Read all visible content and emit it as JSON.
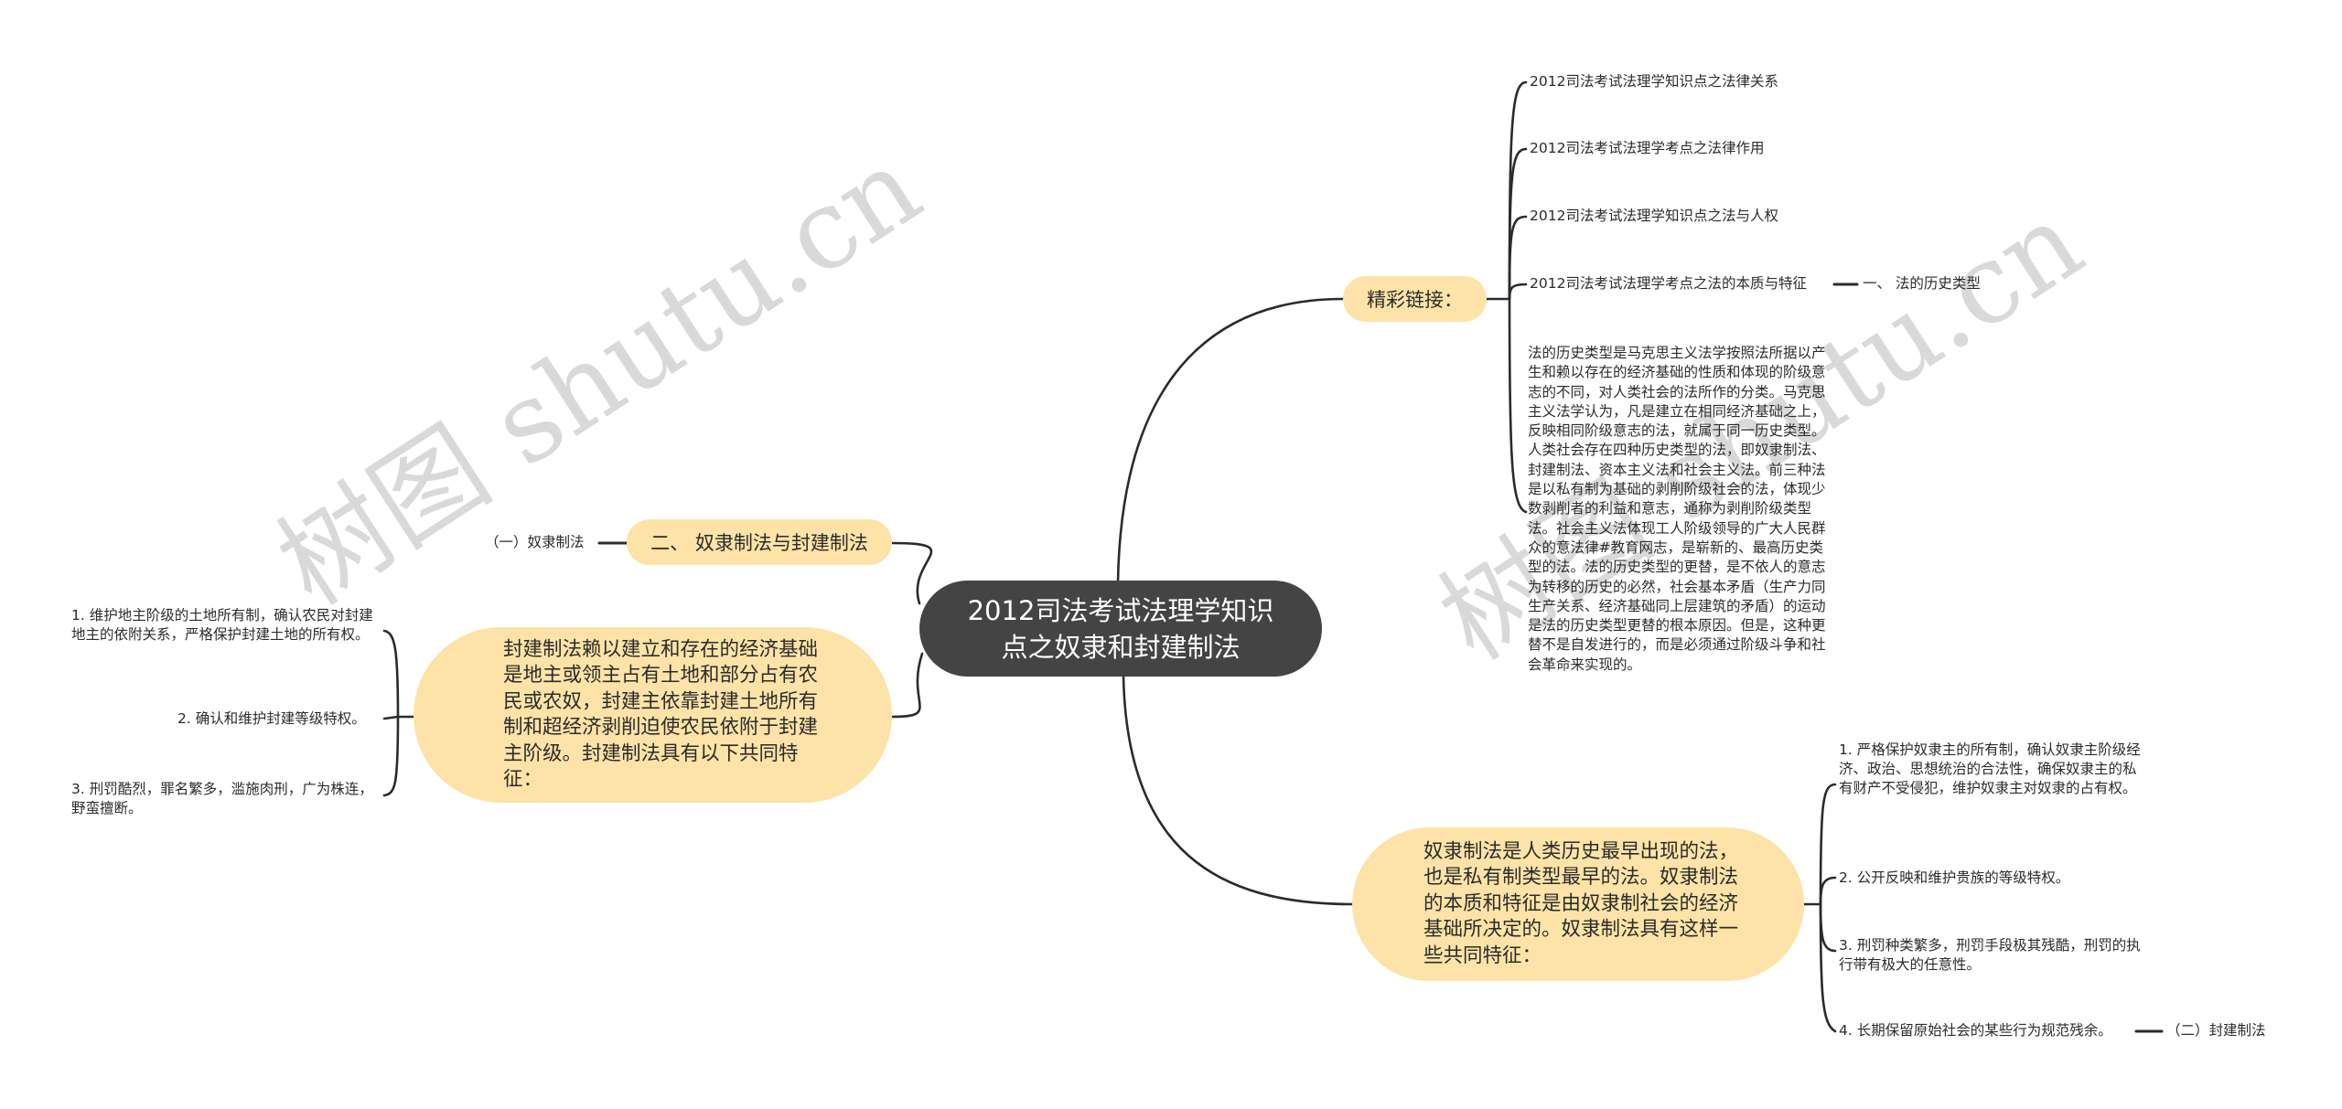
{
  "root": {
    "title_line1": "2012司法考试法理学知识",
    "title_line2": "点之奴隶和封建制法"
  },
  "branches": {
    "links": {
      "label": "精彩链接：",
      "items": [
        "2012司法考试法理学知识点之法律关系",
        "2012司法考试法理学考点之法律作用",
        "2012司法考试法理学知识点之法与人权",
        "2012司法考试法理学考点之法的本质与特征"
      ],
      "item4_child": "一、 法的历史类型",
      "paragraph": "法的历史类型是马克思主义法学按照法所据以产生和赖以存在的经济基础的性质和体现的阶级意志的不同，对人类社会的法所作的分类。马克思主义法学认为，凡是建立在相同经济基础之上，反映相同阶级意志的法，就属于同一历史类型。人类社会存在四种历史类型的法，即奴隶制法、封建制法、资本主义法和社会主义法。前三种法是以私有制为基础的剥削阶级社会的法，体现少数剥削者的利益和意志，通称为剥削阶级类型法。社会主义法体现工人阶级领导的广大人民群众的意法律#教育网志，是崭新的、最高历史类型的法。法的历史类型的更替，是不依人的意志为转移的历史的必然，社会基本矛盾（生产力同生产关系、经济基础同上层建筑的矛盾）的运动是法的历史类型更替的根本原因。但是，这种更替不是自发进行的，而是必须通过阶级斗争和社会革命来实现的。"
    },
    "slavery": {
      "label": "奴隶制法是人类历史最早出现的法，也是私有制类型最早的法。奴隶制法的本质和特征是由奴隶制社会的经济基础所决定的。奴隶制法具有这样一些共同特征：",
      "items": [
        "1. 严格保护奴隶主的所有制，确认奴隶主阶级经济、政治、思想统治的合法性，确保奴隶主的私有财产不受侵犯，维护奴隶主对奴隶的占有权。",
        "2. 公开反映和维护贵族的等级特权。",
        "3. 刑罚种类繁多，刑罚手段极其残酷，刑罚的执行带有极大的任意性。",
        "4. 长期保留原始社会的某些行为规范残余。"
      ],
      "item4_child": "（二）封建制法"
    },
    "section2": {
      "label": "二、 奴隶制法与封建制法",
      "child": "（一）奴隶制法"
    },
    "feudal": {
      "label": "封建制法赖以建立和存在的经济基础是地主或领主占有土地和部分占有农民或农奴，封建主依靠封建土地所有制和超经济剥削迫使农民依附于封建主阶级。封建制法具有以下共同特征：",
      "items": [
        "1. 维护地主阶级的土地所有制，确认农民对封建地主的依附关系，严格保护封建土地的所有权。",
        "2. 确认和维护封建等级特权。",
        "3. 刑罚酷烈，罪名繁多，滥施肉刑，广为株连，野蛮擅断。"
      ]
    }
  },
  "watermarks": [
    "树图 shutu.cn",
    "树图 shutu.cn"
  ],
  "colors": {
    "root_bg": "#444444",
    "node_bg": "#fde3a7",
    "line": "#2b2b2b",
    "text": "#2b2b2b"
  }
}
